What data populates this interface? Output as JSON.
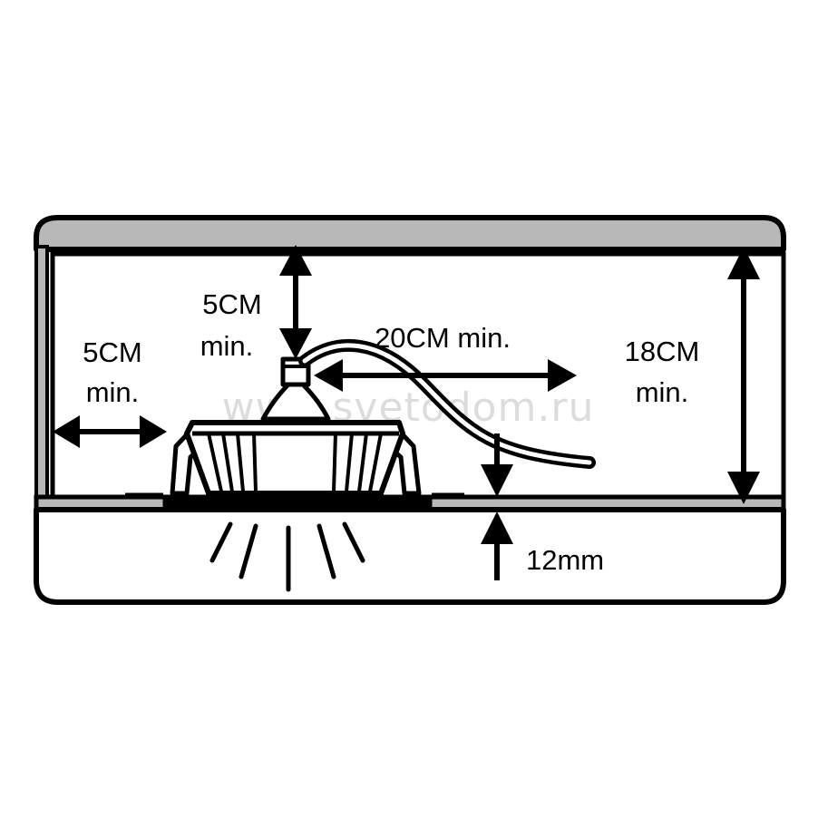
{
  "watermark": "www.svetodom.ru",
  "labels": {
    "left_clearance": {
      "value": "5CM",
      "suffix": "min."
    },
    "top_clearance": {
      "value": "5CM",
      "suffix": "min."
    },
    "side_clearance": "20CM min.",
    "height": {
      "value": "18CM",
      "suffix": "min."
    },
    "panel_thickness": "12mm"
  },
  "colors": {
    "outline": "#000000",
    "ceiling_fill": "#b8b8b8",
    "background": "#ffffff",
    "watermark": "#dcdcdc"
  }
}
